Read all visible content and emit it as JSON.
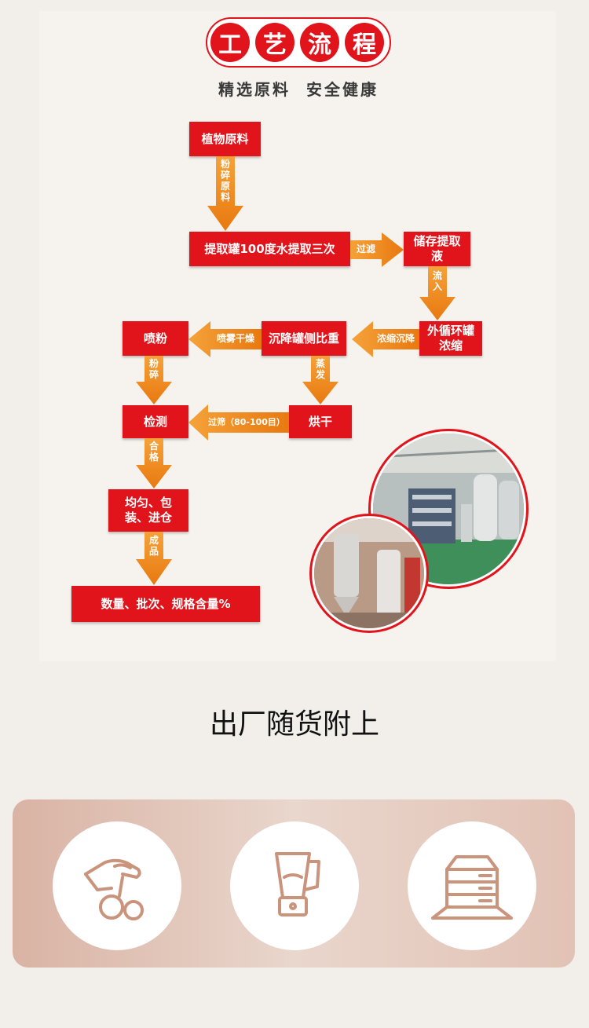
{
  "header": {
    "title_chars": [
      "工",
      "艺",
      "流",
      "程"
    ],
    "subtitle": "精选原料  安全健康"
  },
  "flow": {
    "nodes": {
      "raw_material": "植物原料",
      "extraction_tank": "提取罐100度水提取三次",
      "storage": "储存提取液",
      "circulation": "外循环罐浓缩",
      "settling": "沉降罐侧比重",
      "spray": "喷粉",
      "drying": "烘干",
      "testing": "检测",
      "packing": "均匀、包装、进仓",
      "finished": "数量、批次、规格含量%"
    },
    "steps": {
      "crush_raw": "粉碎原料",
      "filter": "过滤",
      "inflow": "流入",
      "concentrate_settle": "浓缩沉降",
      "spray_dry": "喷雾干燥",
      "evaporate": "蒸发",
      "crush": "粉碎",
      "sieve": "过筛（80-100目）",
      "qualified": "合格",
      "product": "成品"
    }
  },
  "section": {
    "title": "出厂随货附上"
  },
  "icons": [
    "hand-coin-icon",
    "blender-icon",
    "server-icon"
  ],
  "colors": {
    "node_red": "#e1131b",
    "arrow_orange": "#f08a1c",
    "icon_stroke": "#c9937c",
    "band_start": "#d9b3a4",
    "band_end": "#e2c2b5"
  }
}
